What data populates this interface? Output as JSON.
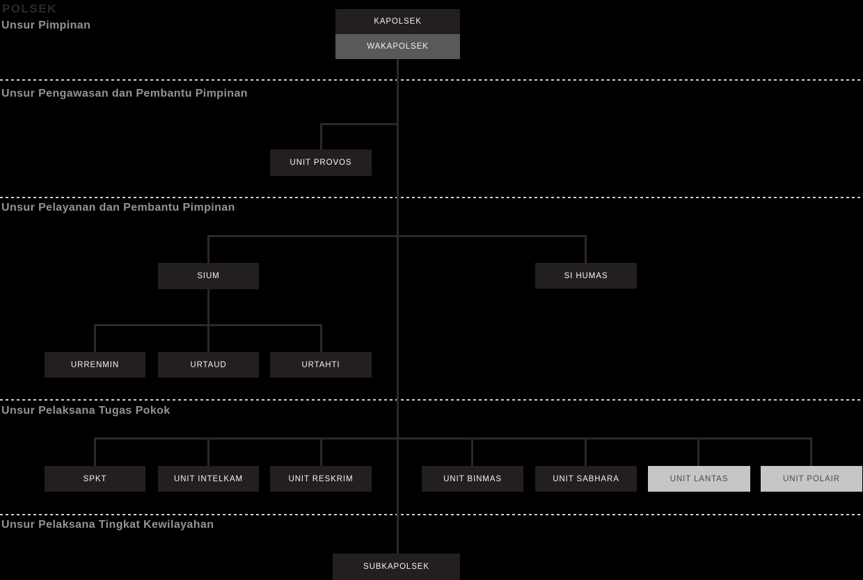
{
  "title": "POLSEK",
  "colors": {
    "background": "#000000",
    "box_dark": "#231f20",
    "box_medium": "#58595b",
    "box_light": "#c6c6c7",
    "box_text_on_dark": "#f4f3f3",
    "box_text_on_light": "#4b4b4d",
    "connector": "#2d2829",
    "divider_dash": "#d2d2d2",
    "section_label": "#959394",
    "title_color": "#2e282a"
  },
  "chart_data": {
    "type": "org-chart",
    "title": "POLSEK",
    "sections": [
      {
        "label": "Unsur Pimpinan",
        "nodes": [
          "KAPOLSEK",
          "WAKAPOLSEK"
        ]
      },
      {
        "label": "Unsur Pengawasan dan Pembantu Pimpinan",
        "nodes": [
          "UNIT PROVOS"
        ]
      },
      {
        "label": "Unsur Pelayanan dan Pembantu Pimpinan",
        "nodes": [
          "SIUM",
          "SI HUMAS",
          "URRENMIN",
          "URTAUD",
          "URTAHTI"
        ]
      },
      {
        "label": "Unsur Pelaksana Tugas Pokok",
        "nodes": [
          "SPKT",
          "UNIT INTELKAM",
          "UNIT RESKRIM",
          "UNIT BINMAS",
          "UNIT SABHARA",
          "UNIT LANTAS",
          "UNIT POLAIR"
        ]
      },
      {
        "label": "Unsur Pelaksana Tingkat Kewilayahan",
        "nodes": [
          "SUBKAPOLSEK"
        ]
      }
    ],
    "hierarchy": [
      {
        "parent": "KAPOLSEK",
        "child": "WAKAPOLSEK"
      },
      {
        "parent": "WAKAPOLSEK",
        "child": "UNIT PROVOS"
      },
      {
        "parent": "WAKAPOLSEK",
        "child": "SIUM"
      },
      {
        "parent": "WAKAPOLSEK",
        "child": "SI HUMAS"
      },
      {
        "parent": "SIUM",
        "child": "URRENMIN"
      },
      {
        "parent": "SIUM",
        "child": "URTAUD"
      },
      {
        "parent": "SIUM",
        "child": "URTAHTI"
      },
      {
        "parent": "WAKAPOLSEK",
        "child": "SPKT"
      },
      {
        "parent": "WAKAPOLSEK",
        "child": "UNIT INTELKAM"
      },
      {
        "parent": "WAKAPOLSEK",
        "child": "UNIT RESKRIM"
      },
      {
        "parent": "WAKAPOLSEK",
        "child": "UNIT BINMAS"
      },
      {
        "parent": "WAKAPOLSEK",
        "child": "UNIT SABHARA"
      },
      {
        "parent": "WAKAPOLSEK",
        "child": "UNIT LANTAS"
      },
      {
        "parent": "WAKAPOLSEK",
        "child": "UNIT POLAIR"
      },
      {
        "parent": "WAKAPOLSEK",
        "child": "SUBKAPOLSEK"
      }
    ]
  },
  "sections": {
    "pimpinan": {
      "label": "Unsur Pimpinan"
    },
    "pengawasan": {
      "label": "Unsur Pengawasan dan Pembantu Pimpinan"
    },
    "pelayanan": {
      "label": "Unsur Pelayanan dan Pembantu Pimpinan"
    },
    "tugas_pokok": {
      "label": "Unsur Pelaksana Tugas Pokok"
    },
    "kewilayahan": {
      "label": "Unsur Pelaksana Tingkat Kewilayahan"
    }
  },
  "nodes": {
    "kapolsek": {
      "label": "KAPOLSEK"
    },
    "wakapolsek": {
      "label": "WAKAPOLSEK"
    },
    "unit_provos": {
      "label": "UNIT PROVOS"
    },
    "sium": {
      "label": "SIUM"
    },
    "si_humas": {
      "label": "SI HUMAS"
    },
    "urrenmin": {
      "label": "URRENMIN"
    },
    "urtaud": {
      "label": "URTAUD"
    },
    "urtahti": {
      "label": "URTAHTI"
    },
    "spkt": {
      "label": "SPKT"
    },
    "unit_intelkam": {
      "label": "UNIT INTELKAM"
    },
    "unit_reskrim": {
      "label": "UNIT RESKRIM"
    },
    "unit_binmas": {
      "label": "UNIT BINMAS"
    },
    "unit_sabhara": {
      "label": "UNIT SABHARA"
    },
    "unit_lantas": {
      "label": "UNIT LANTAS"
    },
    "unit_polair": {
      "label": "UNIT POLAIR"
    },
    "subkapolsek": {
      "label": "SUBKAPOLSEK"
    }
  }
}
